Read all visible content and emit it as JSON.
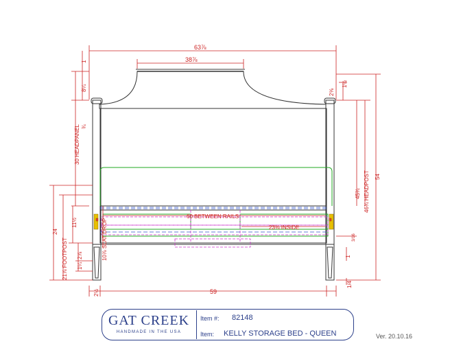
{
  "dimensions": {
    "overall_width": "63⅞",
    "headpanel_top_width": "38⅞",
    "top_gap": "1",
    "panel_rise": "8¼",
    "panel_step": "¾",
    "headpanel": "30 HEADPANEL",
    "finial_width": "2⅝",
    "finial_height": "1½",
    "headpost_mid": "45¾",
    "headpost": "46¾ HEADPOST",
    "overall_height": "54",
    "footpost": "24",
    "footpost_label": "21⅞ FOOTPOST",
    "rail_span": "11½",
    "rail_lower": "2⅞",
    "rail_small": "1¼",
    "slat_drop": "10⅞ SLAT DROP",
    "between_rails": "60 BETWEEN RAILS",
    "inside": "23⅜ INSIDE",
    "foot_gap": "1",
    "drawer_gap": "3/16",
    "side_post": "2½",
    "bottom_width": "59",
    "right_small": "1/4"
  },
  "title_block": {
    "brand": "GAT CREEK",
    "tagline": "HANDMADE IN THE USA",
    "item_no_label": "Item #:",
    "item_no": "82148",
    "item_label": "Item:",
    "item_name": "KELLY STORAGE BED - QUEEN",
    "version": "Ver. 20.10.16"
  }
}
